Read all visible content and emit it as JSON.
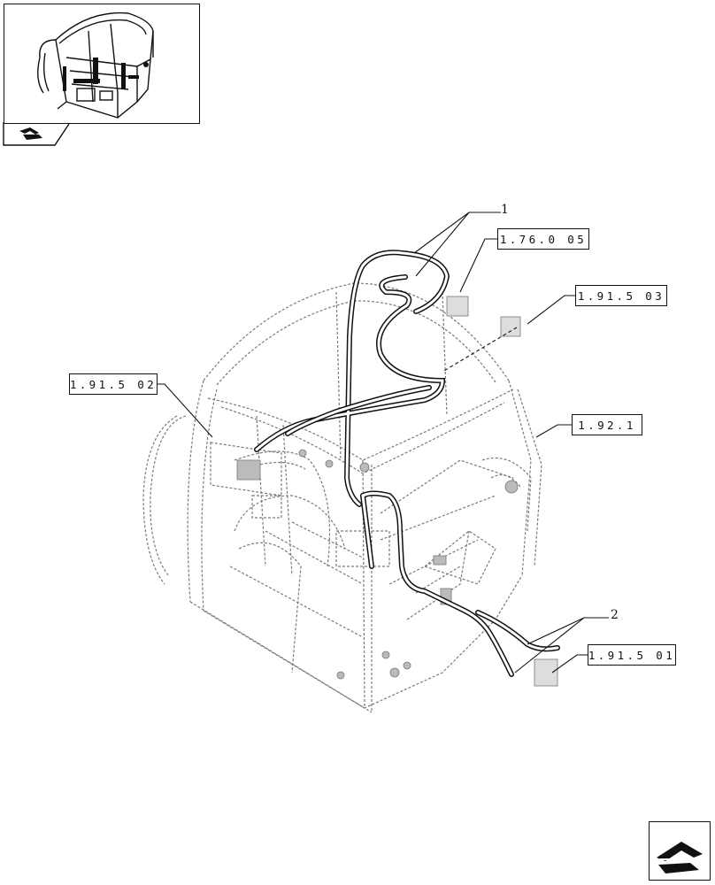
{
  "callouts": [
    {
      "number": "1"
    },
    {
      "number": "2"
    }
  ],
  "references": [
    {
      "code": "1.76.0 05"
    },
    {
      "code": "1.91.5 03"
    },
    {
      "code": "1.91.5 02"
    },
    {
      "code": "1.92.1"
    },
    {
      "code": "1.91.5 01"
    }
  ],
  "navigation": {
    "back_icon": "arrow-back-icon",
    "next_icon": "arrow-next-icon"
  }
}
